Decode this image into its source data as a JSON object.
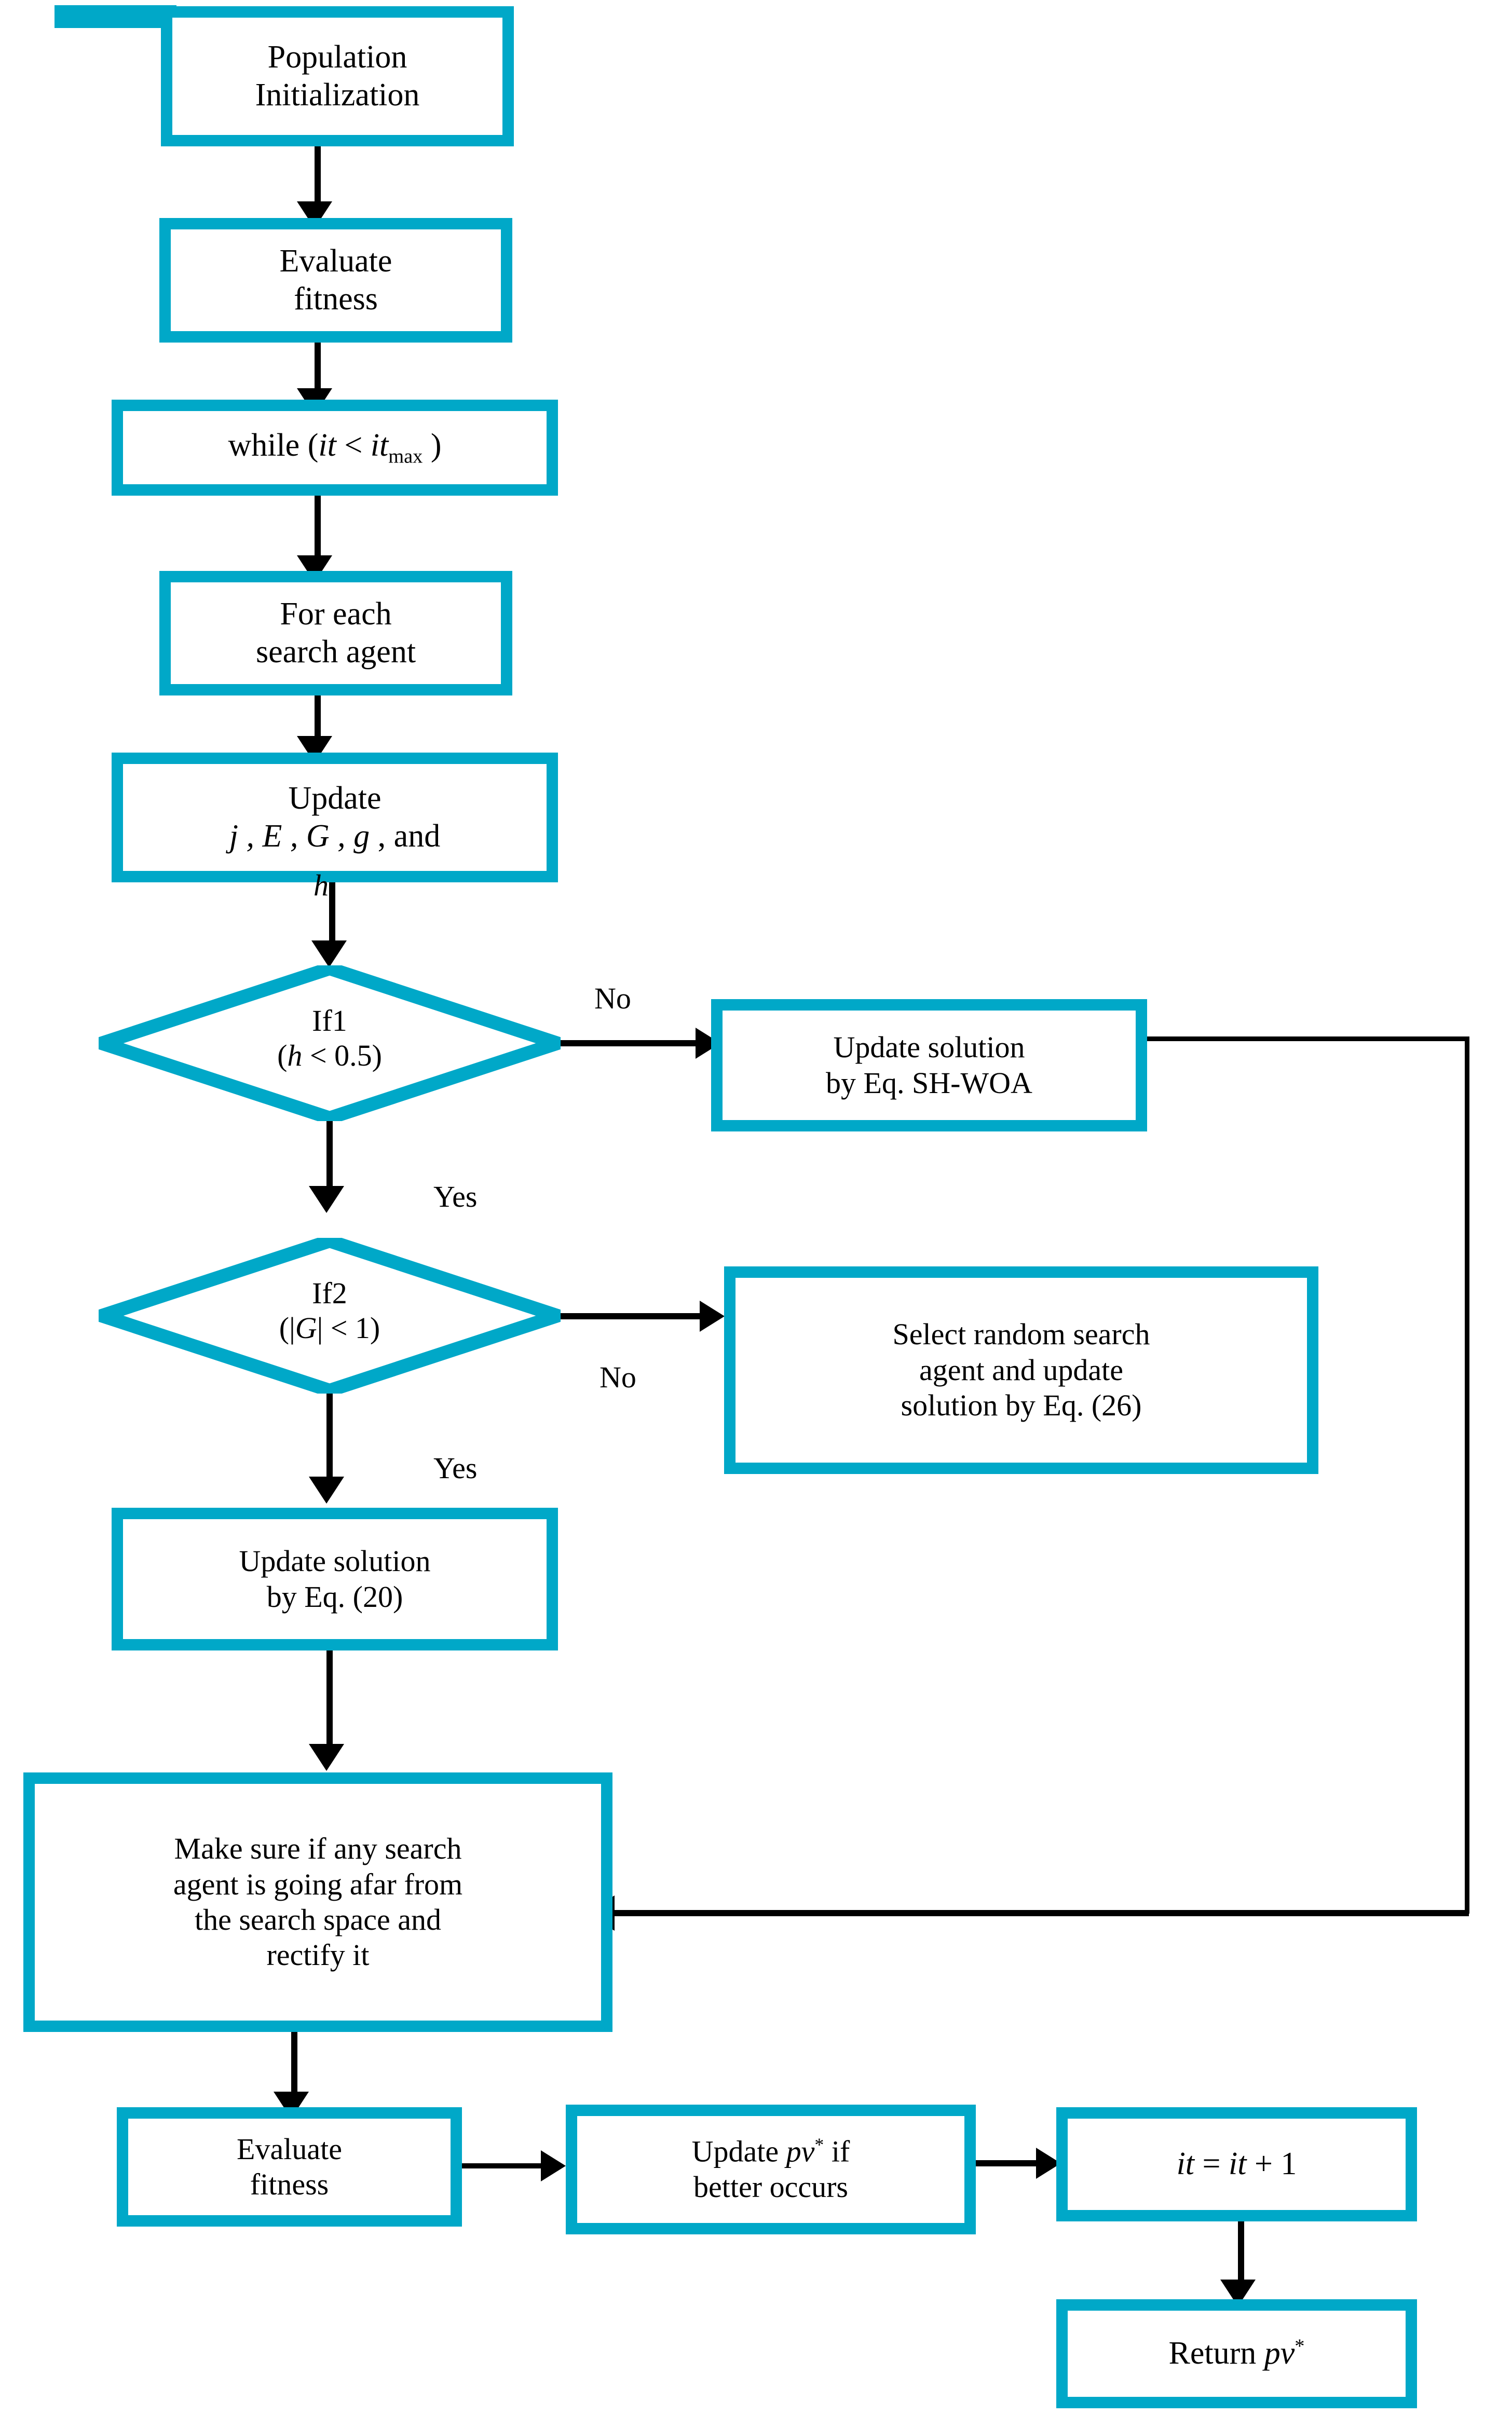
{
  "diagram": {
    "title": "SH-WOA algorithm flowchart",
    "accent_color": "#00a8c8",
    "line_color": "#000000",
    "background": "#ffffff",
    "nodes": [
      {
        "id": "population-initialization",
        "type": "process",
        "line1": "Population",
        "line2": "Initialization"
      },
      {
        "id": "evaluate-fitness-top",
        "type": "process",
        "line1": "Evaluate",
        "line2": "fitness"
      },
      {
        "id": "while-loop",
        "type": "process",
        "prefix": "while",
        "open": "(",
        "var1": "it",
        "op": "<",
        "var2": "it",
        "sub": "max",
        "close": ")"
      },
      {
        "id": "for-each-search-agent",
        "type": "process",
        "line1": "For each",
        "line2": "search agent"
      },
      {
        "id": "update-params",
        "type": "process",
        "line1": "Update",
        "line2_vars": "j , E , G , g",
        "line2_tail": ", and",
        "overflow": "h"
      },
      {
        "id": "if1",
        "type": "decision",
        "label": "If1",
        "condition_open": "(",
        "condition_var": "h",
        "condition_op": "<",
        "condition_val": "0.5",
        "condition_close": ")"
      },
      {
        "id": "update-solution-shwoa",
        "type": "process",
        "line1": "Update solution",
        "line2": "by Eq. SH-WOA"
      },
      {
        "id": "if2",
        "type": "decision",
        "label": "If2",
        "condition_open": "(",
        "condition_bar1": "|",
        "condition_var": "G",
        "condition_bar2": "|",
        "condition_op": "<",
        "condition_val": "1",
        "condition_close": ")"
      },
      {
        "id": "select-random-agent",
        "type": "process",
        "line1": "Select random search",
        "line2": "agent and update",
        "line3": "solution by Eq. (26)"
      },
      {
        "id": "update-solution-eq20",
        "type": "process",
        "line1": "Update solution",
        "line2": "by Eq. (20)"
      },
      {
        "id": "rectify-search-space",
        "type": "process",
        "line1": "Make sure if any search",
        "line2": "agent is going afar from",
        "line3": "the search space and",
        "line4": "rectify it"
      },
      {
        "id": "evaluate-fitness-bottom",
        "type": "process",
        "line1": "Evaluate",
        "line2": "fitness"
      },
      {
        "id": "update-best",
        "type": "process",
        "line1_a": "Update",
        "line1_var": "pv",
        "line1_sup": "*",
        "line1_b": "if",
        "line2": "better occurs"
      },
      {
        "id": "increment-iteration",
        "type": "process",
        "var": "it",
        "eq": "=",
        "var2": "it",
        "plus": "+",
        "one": "1"
      },
      {
        "id": "return-best",
        "type": "process",
        "word": "Return",
        "var": "pv",
        "sup": "*"
      }
    ],
    "edge_labels": {
      "if1_no": "No",
      "if1_yes": "Yes",
      "if2_no": "No",
      "if2_yes": "Yes"
    }
  }
}
